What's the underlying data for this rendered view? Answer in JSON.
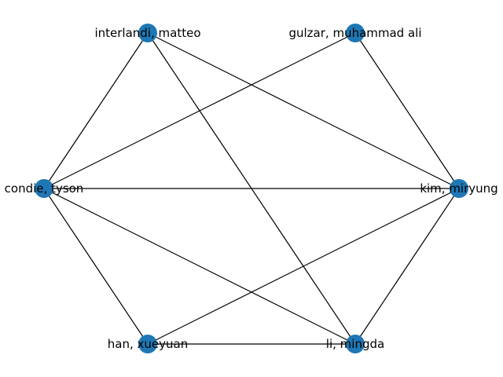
{
  "graph": {
    "colors": {
      "node": "#1f77b4",
      "edge": "#000000",
      "label": "#000000",
      "background": "#ffffff"
    },
    "nodes": [
      {
        "id": "interlandi",
        "label": "interlandi, matteo"
      },
      {
        "id": "gulzar",
        "label": "gulzar, muhammad ali"
      },
      {
        "id": "condie",
        "label": "condie, tyson"
      },
      {
        "id": "kim",
        "label": "kim, miryung"
      },
      {
        "id": "han",
        "label": "han, xueyuan"
      },
      {
        "id": "li",
        "label": "li, mingda"
      }
    ],
    "edges": [
      [
        "interlandi",
        "condie"
      ],
      [
        "interlandi",
        "kim"
      ],
      [
        "interlandi",
        "li"
      ],
      [
        "gulzar",
        "condie"
      ],
      [
        "gulzar",
        "kim"
      ],
      [
        "condie",
        "kim"
      ],
      [
        "condie",
        "han"
      ],
      [
        "condie",
        "li"
      ],
      [
        "kim",
        "han"
      ],
      [
        "kim",
        "li"
      ],
      [
        "han",
        "li"
      ]
    ]
  }
}
